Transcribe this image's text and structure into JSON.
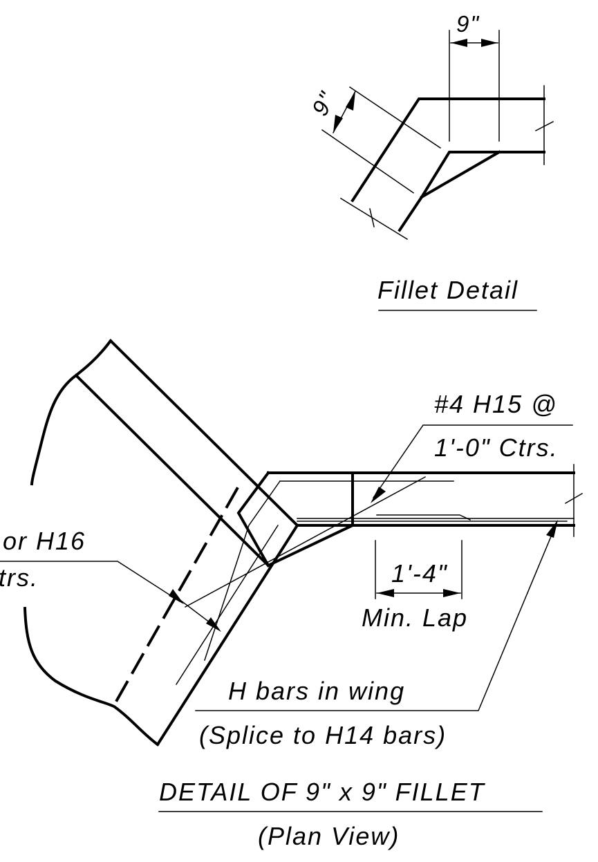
{
  "fillet_detail": {
    "title": "Fillet Detail",
    "dim_horizontal": "9\"",
    "dim_diagonal": "9\""
  },
  "plan_detail": {
    "bar_callout_line1": "#4 H15 @",
    "bar_callout_line2": "1'-0\" Ctrs.",
    "left_callout_line1": "or H16",
    "left_callout_line2": "Ctrs.",
    "lap_dim": "1'-4\"",
    "lap_label": "Min. Lap",
    "wing_label_line1": "H  bars in wing",
    "wing_label_line2": "(Splice to H14 bars)",
    "title": "DETAIL OF  9\" x 9\" FILLET",
    "subtitle": "(Plan View)"
  }
}
